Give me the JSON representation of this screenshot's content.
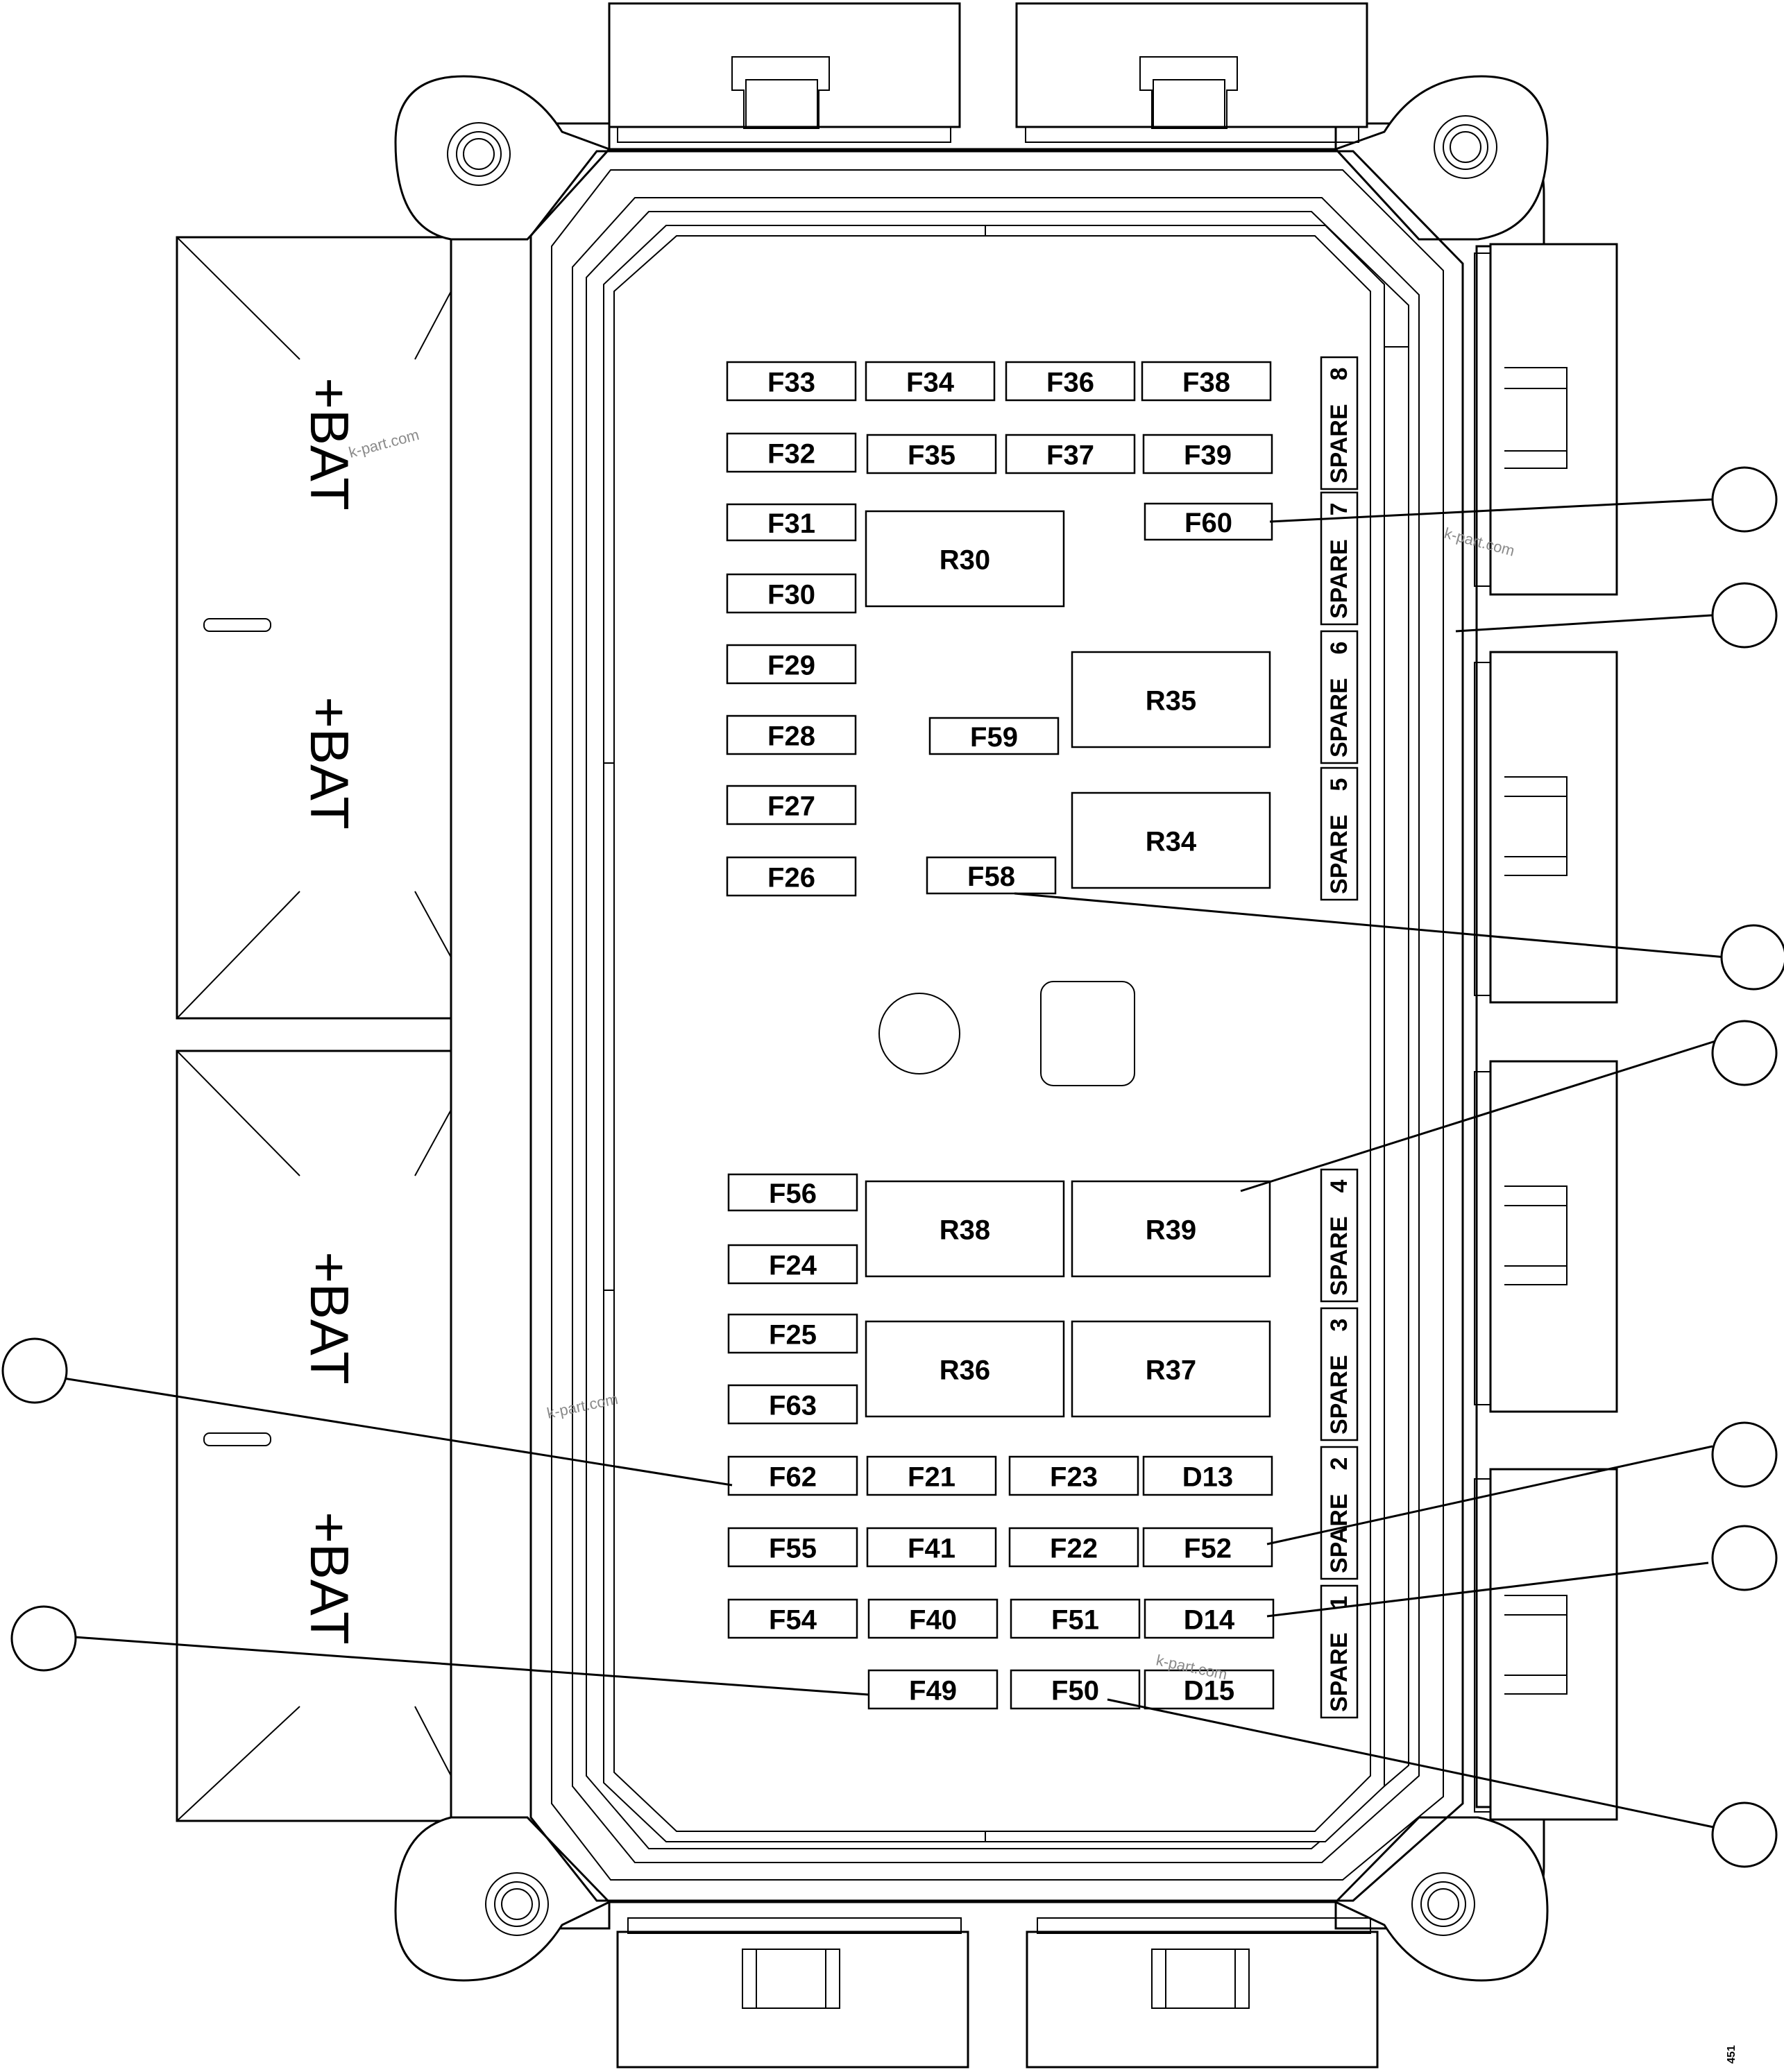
{
  "fuses": [
    {
      "id": "F33",
      "label": "F33"
    },
    {
      "id": "F34",
      "label": "F34"
    },
    {
      "id": "F36",
      "label": "F36"
    },
    {
      "id": "F38",
      "label": "F38"
    },
    {
      "id": "F32",
      "label": "F32"
    },
    {
      "id": "F35",
      "label": "F35"
    },
    {
      "id": "F37",
      "label": "F37"
    },
    {
      "id": "F39",
      "label": "F39"
    },
    {
      "id": "F31",
      "label": "F31"
    },
    {
      "id": "F60",
      "label": "F60"
    },
    {
      "id": "F30",
      "label": "F30"
    },
    {
      "id": "F29",
      "label": "F29"
    },
    {
      "id": "F28",
      "label": "F28"
    },
    {
      "id": "F59",
      "label": "F59"
    },
    {
      "id": "F27",
      "label": "F27"
    },
    {
      "id": "F26",
      "label": "F26"
    },
    {
      "id": "F58",
      "label": "F58"
    },
    {
      "id": "F56",
      "label": "F56"
    },
    {
      "id": "F24",
      "label": "F24"
    },
    {
      "id": "F25",
      "label": "F25"
    },
    {
      "id": "F63",
      "label": "F63"
    },
    {
      "id": "F62",
      "label": "F62"
    },
    {
      "id": "F21",
      "label": "F21"
    },
    {
      "id": "F23",
      "label": "F23"
    },
    {
      "id": "D13",
      "label": "D13"
    },
    {
      "id": "F55",
      "label": "F55"
    },
    {
      "id": "F41",
      "label": "F41"
    },
    {
      "id": "F22",
      "label": "F22"
    },
    {
      "id": "F52",
      "label": "F52"
    },
    {
      "id": "F54",
      "label": "F54"
    },
    {
      "id": "F40",
      "label": "F40"
    },
    {
      "id": "F51",
      "label": "F51"
    },
    {
      "id": "D14",
      "label": "D14"
    },
    {
      "id": "F49",
      "label": "F49"
    },
    {
      "id": "F50",
      "label": "F50"
    },
    {
      "id": "D15",
      "label": "D15"
    }
  ],
  "relays": [
    {
      "id": "R30",
      "label": "R30"
    },
    {
      "id": "R35",
      "label": "R35"
    },
    {
      "id": "R34",
      "label": "R34"
    },
    {
      "id": "R38",
      "label": "R38"
    },
    {
      "id": "R39",
      "label": "R39"
    },
    {
      "id": "R36",
      "label": "R36"
    },
    {
      "id": "R37",
      "label": "R37"
    }
  ],
  "spares": [
    {
      "id": "spare-8",
      "word": "SPARE",
      "num": "8"
    },
    {
      "id": "spare-7",
      "word": "SPARE",
      "num": "7"
    },
    {
      "id": "spare-6",
      "word": "SPARE",
      "num": "6"
    },
    {
      "id": "spare-5",
      "word": "SPARE",
      "num": "5"
    },
    {
      "id": "spare-4",
      "word": "SPARE",
      "num": "4"
    },
    {
      "id": "spare-3",
      "word": "SPARE",
      "num": "3"
    },
    {
      "id": "spare-2",
      "word": "SPARE",
      "num": "2"
    },
    {
      "id": "spare-1",
      "word": "SPARE",
      "num": "1"
    }
  ],
  "battery_terminals": [
    {
      "id": "bat-1",
      "label": "+BAT"
    },
    {
      "id": "bat-2",
      "label": "+BAT"
    },
    {
      "id": "bat-3",
      "label": "+BAT"
    },
    {
      "id": "bat-4",
      "label": "+BAT"
    }
  ],
  "watermark": "k-part.com",
  "drawing_code": "451"
}
